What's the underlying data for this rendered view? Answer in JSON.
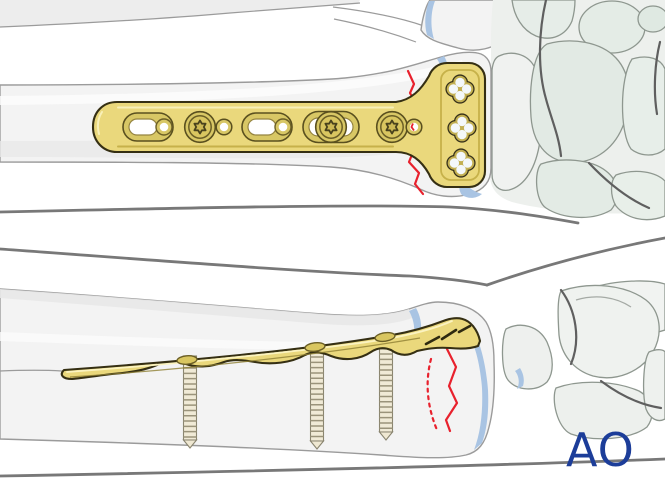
{
  "logo": {
    "text": "AO",
    "color": "#1c3d99"
  },
  "illustration": {
    "top_panel": {
      "name": "dorsal-view",
      "plate_shaft_combi_holes": 5,
      "plate_shaft_screws": 3,
      "plate_head_locking_holes": 3,
      "fracture_lines": 1
    },
    "bottom_panel": {
      "name": "lateral-view",
      "screws_visible": 3,
      "screw_head_bumps": 3,
      "fracture_lines": "one solid, one dotted"
    }
  },
  "colors": {
    "background": "#ffffff",
    "plate_gold": "#ead87c",
    "plate_gold_dark": "#d8c765",
    "plate_outline": "#352f13",
    "plate_highlight": "#f8f0b8",
    "screw_head": "#d9c660",
    "screw_shaft": "#f0ead6",
    "screw_outline": "#8a8570",
    "bone_fill": "#f3f3f3",
    "bone_outline": "#9b9b9b",
    "bone_shade": "#e8e8e8",
    "carpal_fill": "#e2eae4",
    "carpal_fill_alt": "#eff1ef",
    "carpal_outline": "#8e978f",
    "cartilage_blue": "#a9c4e3",
    "fracture_red": "#e8212d",
    "skin_line": "#787878",
    "accent_dark": "#5f5f5f",
    "ao_blue": "#1c3d99"
  }
}
